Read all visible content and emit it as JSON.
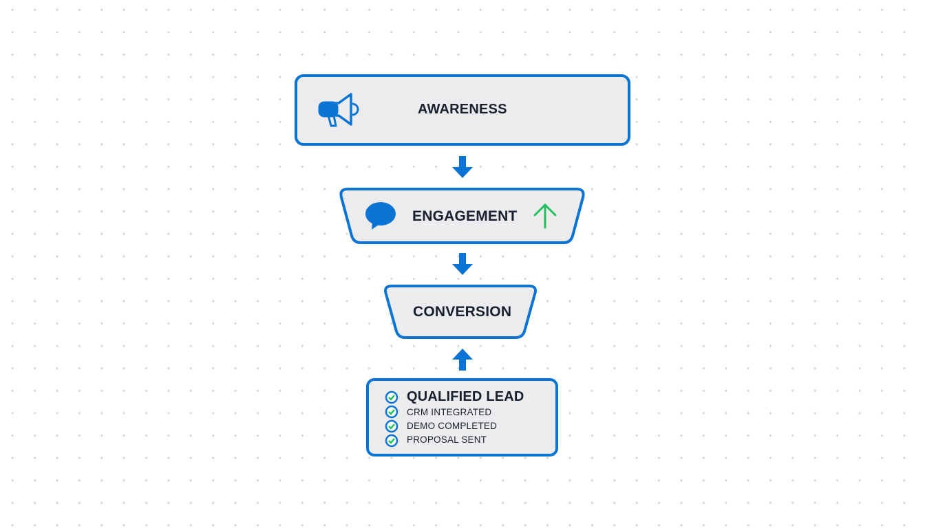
{
  "colors": {
    "accent": "#0a74d4",
    "fill": "#ececee",
    "text": "#17202e",
    "success": "#22c05a"
  },
  "stages": [
    {
      "label": "AWARENESS",
      "icon": "megaphone-icon"
    },
    {
      "label": "ENGAGEMENT",
      "icon": "speech-bubble-icon",
      "trend_icon": "arrow-up-icon"
    },
    {
      "label": "CONVERSION"
    }
  ],
  "qualified": {
    "title": "QUALIFIED LEAD",
    "items": [
      "CRM INTEGRATED",
      "DEMO COMPLETED",
      "PROPOSAL SENT"
    ]
  }
}
